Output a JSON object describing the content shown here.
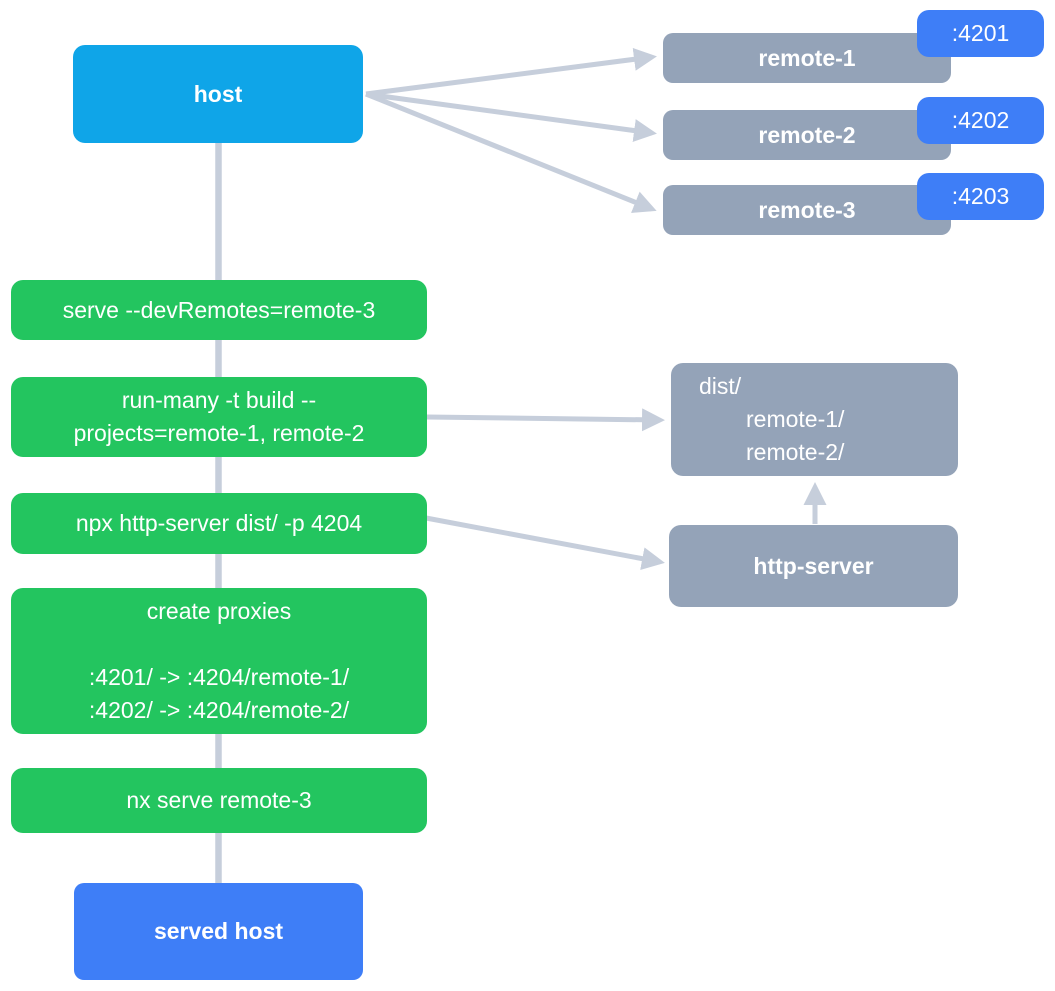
{
  "diagram": {
    "title": "host with remotes dev-serve diagram",
    "colors": {
      "background": "#ffffff",
      "host": "#0fa5e8",
      "remote": "#94a3b8",
      "badge": "#3e7ef7",
      "command": "#23c55f",
      "served_host": "#3e7ef7",
      "arrow": "#c6cedb",
      "text": "#ffffff"
    },
    "nodes": {
      "host": {
        "label": "host"
      },
      "remotes": [
        {
          "label": "remote-1",
          "port": ":4201"
        },
        {
          "label": "remote-2",
          "port": ":4202"
        },
        {
          "label": "remote-3",
          "port": ":4203"
        }
      ],
      "commands": [
        {
          "lines": [
            "serve --devRemotes=remote-3"
          ]
        },
        {
          "lines": [
            "run-many -t build --",
            "projects=remote-1, remote-2"
          ]
        },
        {
          "lines": [
            "npx http-server dist/ -p 4204"
          ]
        },
        {
          "lines": [
            "create proxies",
            "",
            ":4201/ -> :4204/remote-1/",
            ":4202/ -> :4204/remote-2/"
          ]
        },
        {
          "lines": [
            "nx serve remote-3"
          ]
        }
      ],
      "dist": {
        "lines": [
          "dist/",
          "remote-1/",
          "remote-2/"
        ]
      },
      "http_server": {
        "label": "http-server"
      },
      "served_host": {
        "label": "served host"
      }
    },
    "edges": [
      {
        "from": "host",
        "to": "remote-1"
      },
      {
        "from": "host",
        "to": "remote-2"
      },
      {
        "from": "host",
        "to": "remote-3"
      },
      {
        "from": "run-many-command",
        "to": "dist"
      },
      {
        "from": "http-server-command",
        "to": "http-server"
      },
      {
        "from": "http-server",
        "to": "dist"
      },
      {
        "from": "host",
        "to": "served-host",
        "via": "commands"
      }
    ]
  }
}
